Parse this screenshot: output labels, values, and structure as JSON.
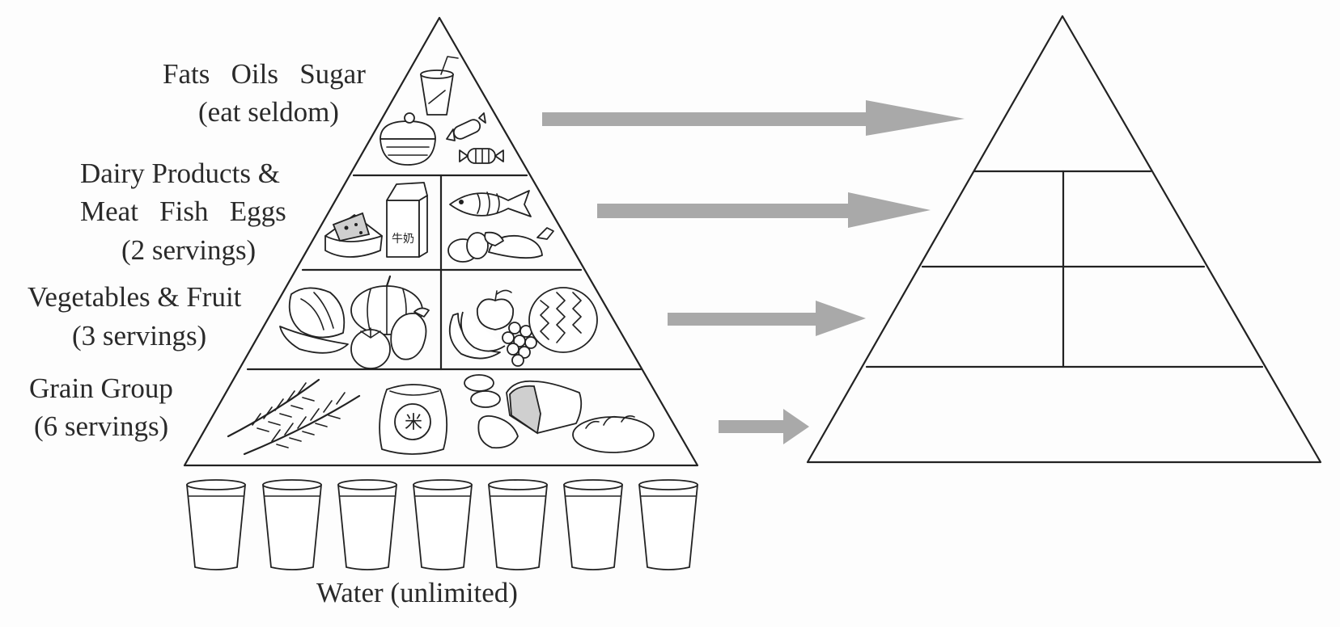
{
  "labels": {
    "fats_title": "Fats   Oils   Sugar",
    "fats_note": "(eat seldom)",
    "dairy_title": "Dairy Products &",
    "dairy_title2": "Meat   Fish   Eggs",
    "dairy_note": "(2 servings)",
    "veg_title": "Vegetables & Fruit",
    "veg_note": "(3 servings)",
    "grain_title": "Grain Group",
    "grain_note": "(6 servings)",
    "water": "Water (unlimited)"
  },
  "food_icons": {
    "tier1": [
      "drink-cup-icon",
      "cupcake-icon",
      "candy-icon"
    ],
    "tier2": [
      "cheese-icon",
      "milk-carton-icon",
      "fish-icon",
      "eggs-icon",
      "roast-chicken-icon"
    ],
    "tier3": [
      "cabbage-icon",
      "pumpkin-icon",
      "tomato-icon",
      "eggplant-icon",
      "banana-icon",
      "apple-icon",
      "grapes-icon",
      "watermelon-icon"
    ],
    "tier4": [
      "wheat-icon",
      "rice-bag-icon",
      "bread-rolls-icon",
      "loaf-icon",
      "baguette-icon"
    ]
  },
  "milk_text": "牛奶",
  "rice_char": "米",
  "water_glass_count": 7,
  "colors": {
    "arrow": "#a9a9a9",
    "line": "#222222",
    "background": "#fdfdfd"
  }
}
